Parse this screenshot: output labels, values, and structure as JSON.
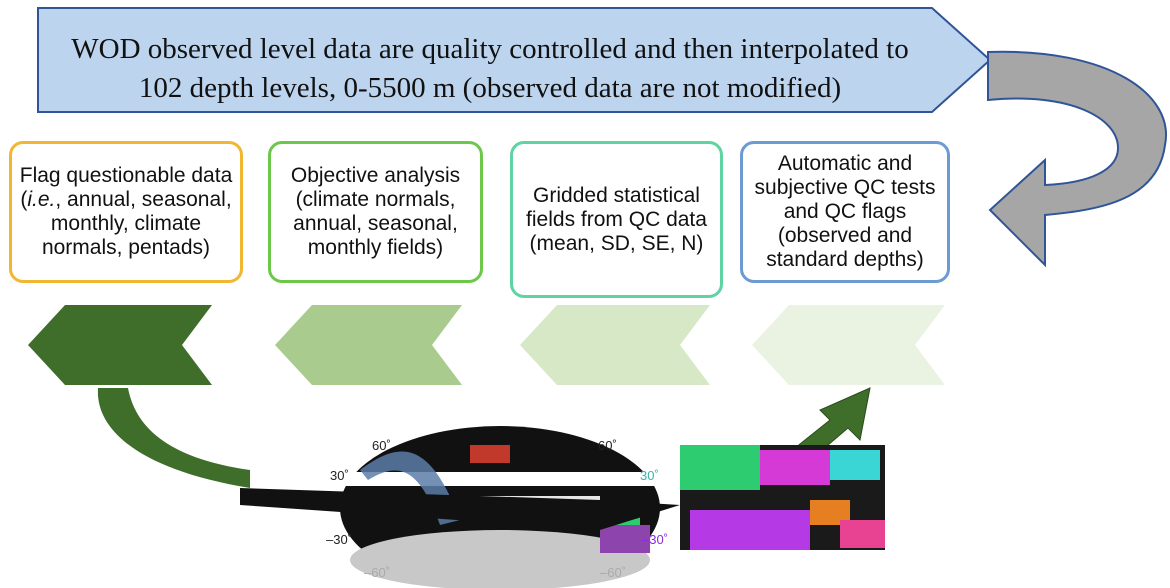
{
  "banner": {
    "line1": "WOD observed level data are quality controlled and then interpolated to",
    "line2": "102 depth levels, 0-5500 m (observed data are not modified)"
  },
  "steps": [
    {
      "prefix": "Flag questionable data (",
      "italic": "i.e.",
      "suffix": ", annual, seasonal, monthly, climate normals, pentads)"
    },
    {
      "text": "Objective analysis (climate normals, annual, seasonal, monthly fields)"
    },
    {
      "text": "Gridded statistical fields from QC data (mean, SD, SE, N)"
    },
    {
      "text": "Automatic and subjective QC tests and QC flags (observed and standard depths)"
    }
  ],
  "chevron_colors": [
    "#3f6e2a",
    "#a9cc8e",
    "#d6e8c6",
    "#eaf3e1"
  ],
  "map_labels": {
    "lat_60": "60˚",
    "lat_30": "30˚",
    "lat_neg30": "–30˚",
    "lat_neg60": "–60˚",
    "lat_60_right": "60˚",
    "lat_30_right": "30˚",
    "lat_neg30_right": "–30˚",
    "lat_neg60_right": "–60˚"
  },
  "colors": {
    "banner_fill": "#bdd4ee",
    "banner_stroke": "#2f5597",
    "curved_arrow": "#a6a6a6",
    "dark_green": "#3f6e2a",
    "map_blue": "#5c7ea8"
  }
}
